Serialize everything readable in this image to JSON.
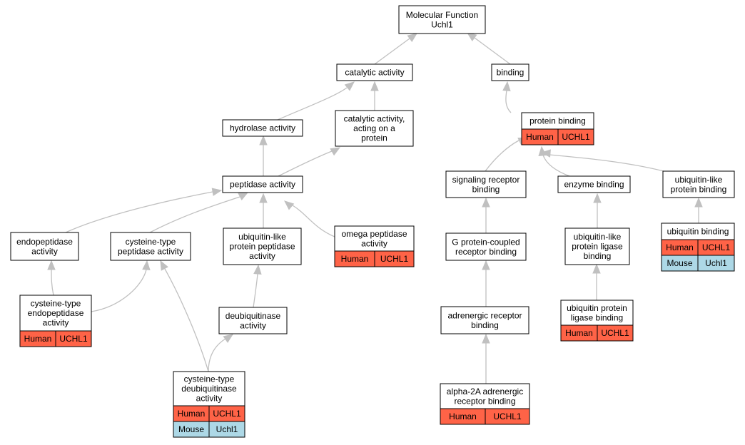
{
  "root": {
    "lines": [
      "Molecular Function",
      "Uchl1"
    ]
  },
  "terms": {
    "catalytic": {
      "lines": [
        "catalytic activity"
      ]
    },
    "binding": {
      "lines": [
        "binding"
      ]
    },
    "hydrolase": {
      "lines": [
        "hydrolase activity"
      ]
    },
    "catalytic_protein": {
      "lines": [
        "catalytic activity,",
        "acting on a",
        "protein"
      ]
    },
    "protein_binding": {
      "lines": [
        "protein binding"
      ]
    },
    "peptidase": {
      "lines": [
        "peptidase activity"
      ]
    },
    "signaling_receptor": {
      "lines": [
        "signaling receptor",
        "binding"
      ]
    },
    "enzyme_binding": {
      "lines": [
        "enzyme binding"
      ]
    },
    "ubl_protein_binding": {
      "lines": [
        "ubiquitin-like",
        "protein binding"
      ]
    },
    "endopeptidase": {
      "lines": [
        "endopeptidase",
        "activity"
      ]
    },
    "cysteine_peptidase": {
      "lines": [
        "cysteine-type",
        "peptidase activity"
      ]
    },
    "ubl_peptidase": {
      "lines": [
        "ubiquitin-like",
        "protein peptidase",
        "activity"
      ]
    },
    "omega_peptidase": {
      "lines": [
        "omega peptidase",
        "activity"
      ]
    },
    "gpcr_binding": {
      "lines": [
        "G protein-coupled",
        "receptor binding"
      ]
    },
    "ubl_ligase_binding": {
      "lines": [
        "ubiquitin-like",
        "protein ligase",
        "binding"
      ]
    },
    "ubiquitin_binding": {
      "lines": [
        "ubiquitin binding"
      ]
    },
    "cysteine_endopeptidase": {
      "lines": [
        "cysteine-type",
        "endopeptidase",
        "activity"
      ]
    },
    "deubiquitinase": {
      "lines": [
        "deubiquitinase",
        "activity"
      ]
    },
    "adrenergic_binding": {
      "lines": [
        "adrenergic receptor",
        "binding"
      ]
    },
    "ub_ligase_binding": {
      "lines": [
        "ubiquitin protein",
        "ligase binding"
      ]
    },
    "cysteine_deubiquitinase": {
      "lines": [
        "cysteine-type",
        "deubiquitinase",
        "activity"
      ]
    },
    "alpha2a_binding": {
      "lines": [
        "alpha-2A adrenergic",
        "receptor binding"
      ]
    }
  },
  "annotations": {
    "human": {
      "species": "Human",
      "gene": "UCHL1"
    },
    "mouse": {
      "species": "Mouse",
      "gene": "Uchl1"
    }
  },
  "colors": {
    "human_fill": "#ff6347",
    "mouse_fill": "#add8e6",
    "edge": "#c0c0c0",
    "node_border": "#000000",
    "node_fill": "#ffffff"
  }
}
